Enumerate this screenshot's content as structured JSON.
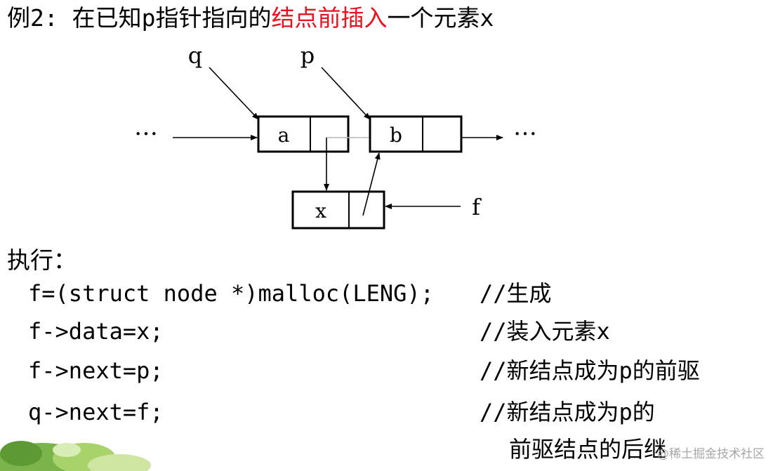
{
  "title": {
    "prefix": "例2: 在已知p指针指向的",
    "highlight": "结点前插入",
    "suffix": "一个元素x",
    "highlight_color": "#e8111e"
  },
  "diagram": {
    "label_q": "q",
    "label_p": "p",
    "label_f": "f",
    "ellipsis_left": "…",
    "ellipsis_right": "…",
    "node_a": "a",
    "node_b": "b",
    "node_x": "x"
  },
  "exec_label": "执行：",
  "code_lines": [
    {
      "code": "f=(struct node *)malloc(LENG);",
      "comment": "//生成"
    },
    {
      "code": "f->data=x;",
      "comment": "//装入元素x"
    },
    {
      "code": "f->next=p;",
      "comment": "//新结点成为p的前驱"
    },
    {
      "code": "q->next=f;",
      "comment": "//新结点成为p的"
    }
  ],
  "comment_continuation": "前驱结点的后继",
  "watermark": "@稀土掘金技术社区"
}
